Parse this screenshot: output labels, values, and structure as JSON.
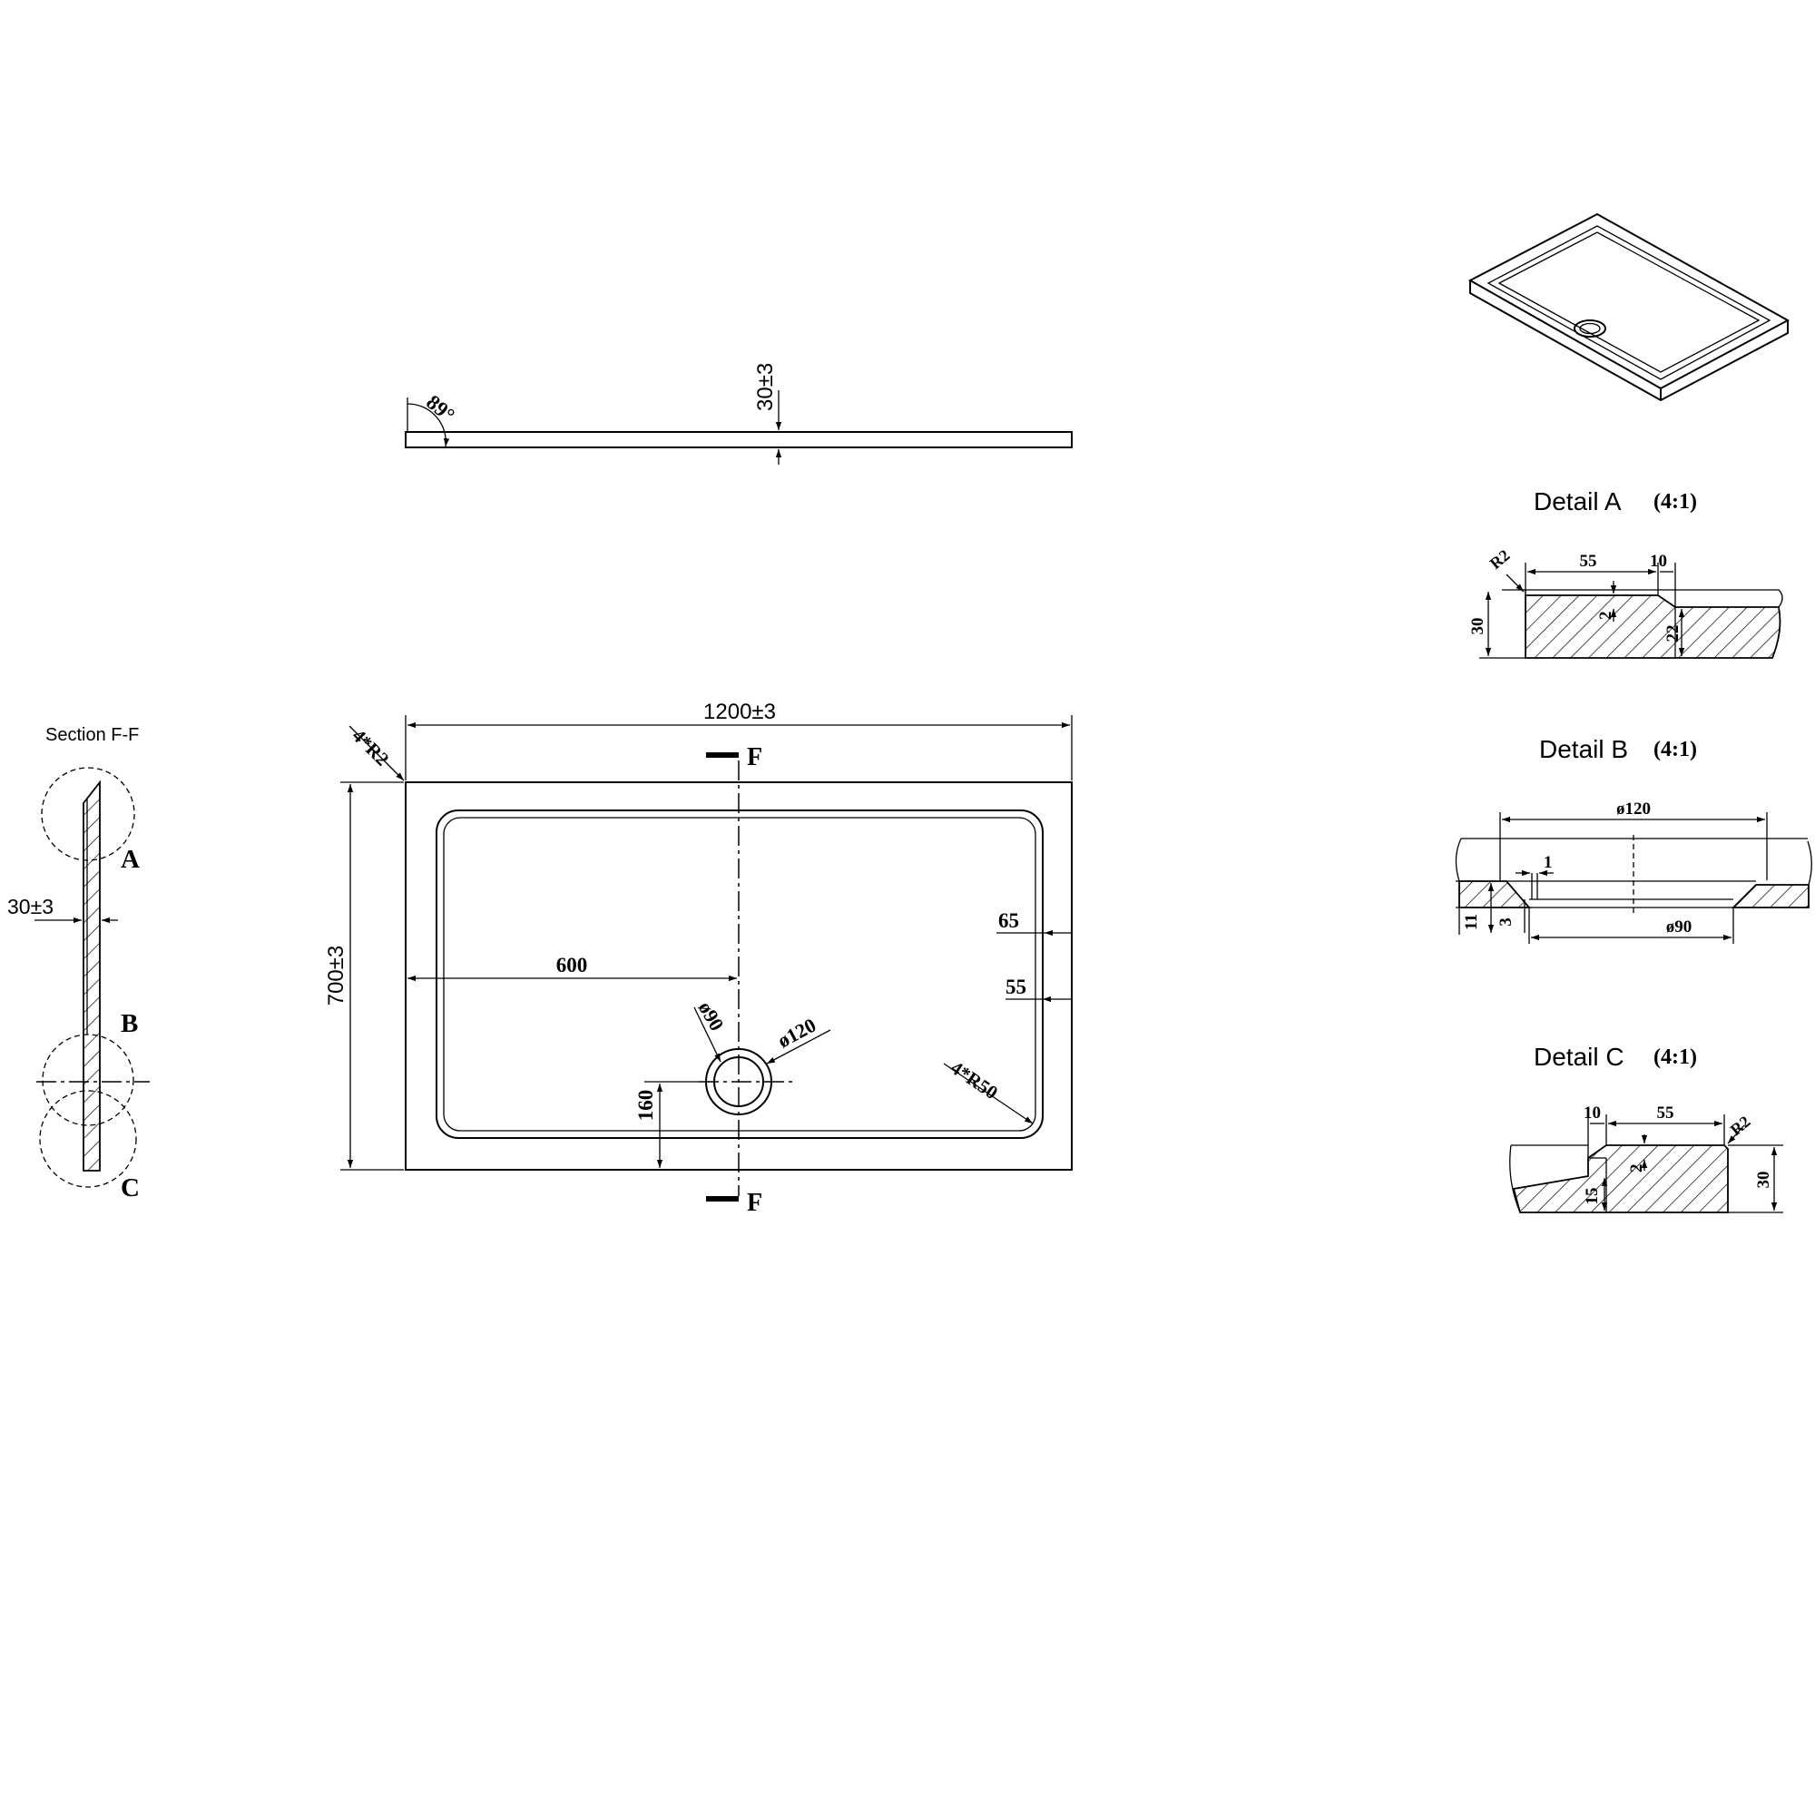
{
  "elevation": {
    "angle_label": "89°",
    "thickness_label": "30±3"
  },
  "plan": {
    "width_label": "1200±3",
    "height_label": "700±3",
    "corner_radius_label": "4*R2",
    "inner_corner_label": "4*R50",
    "drain_center_x_label": "600",
    "drain_center_y_label": "160",
    "drain_inner_label": "ø90",
    "drain_outer_label": "ø120",
    "rim_label_1": "65",
    "rim_label_2": "55",
    "section_marker": "F"
  },
  "section_ff": {
    "title": "Section F-F",
    "thickness_label": "30±3",
    "marker_a": "A",
    "marker_b": "B",
    "marker_c": "C"
  },
  "detail_a": {
    "title": "Detail A",
    "scale": "(4:1)",
    "dims": {
      "radius": "R2",
      "rim": "55",
      "step": "10",
      "drop": "2",
      "height": "30",
      "depth": "22"
    }
  },
  "detail_b": {
    "title": "Detail B",
    "scale": "(4:1)",
    "dims": {
      "outer": "ø120",
      "step": "1",
      "height": "11",
      "depth": "3",
      "inner": "ø90"
    }
  },
  "detail_c": {
    "title": "Detail C",
    "scale": "(4:1)",
    "dims": {
      "step": "10",
      "rim": "55",
      "radius": "R2",
      "drop": "2",
      "depth": "15",
      "height": "30"
    }
  }
}
